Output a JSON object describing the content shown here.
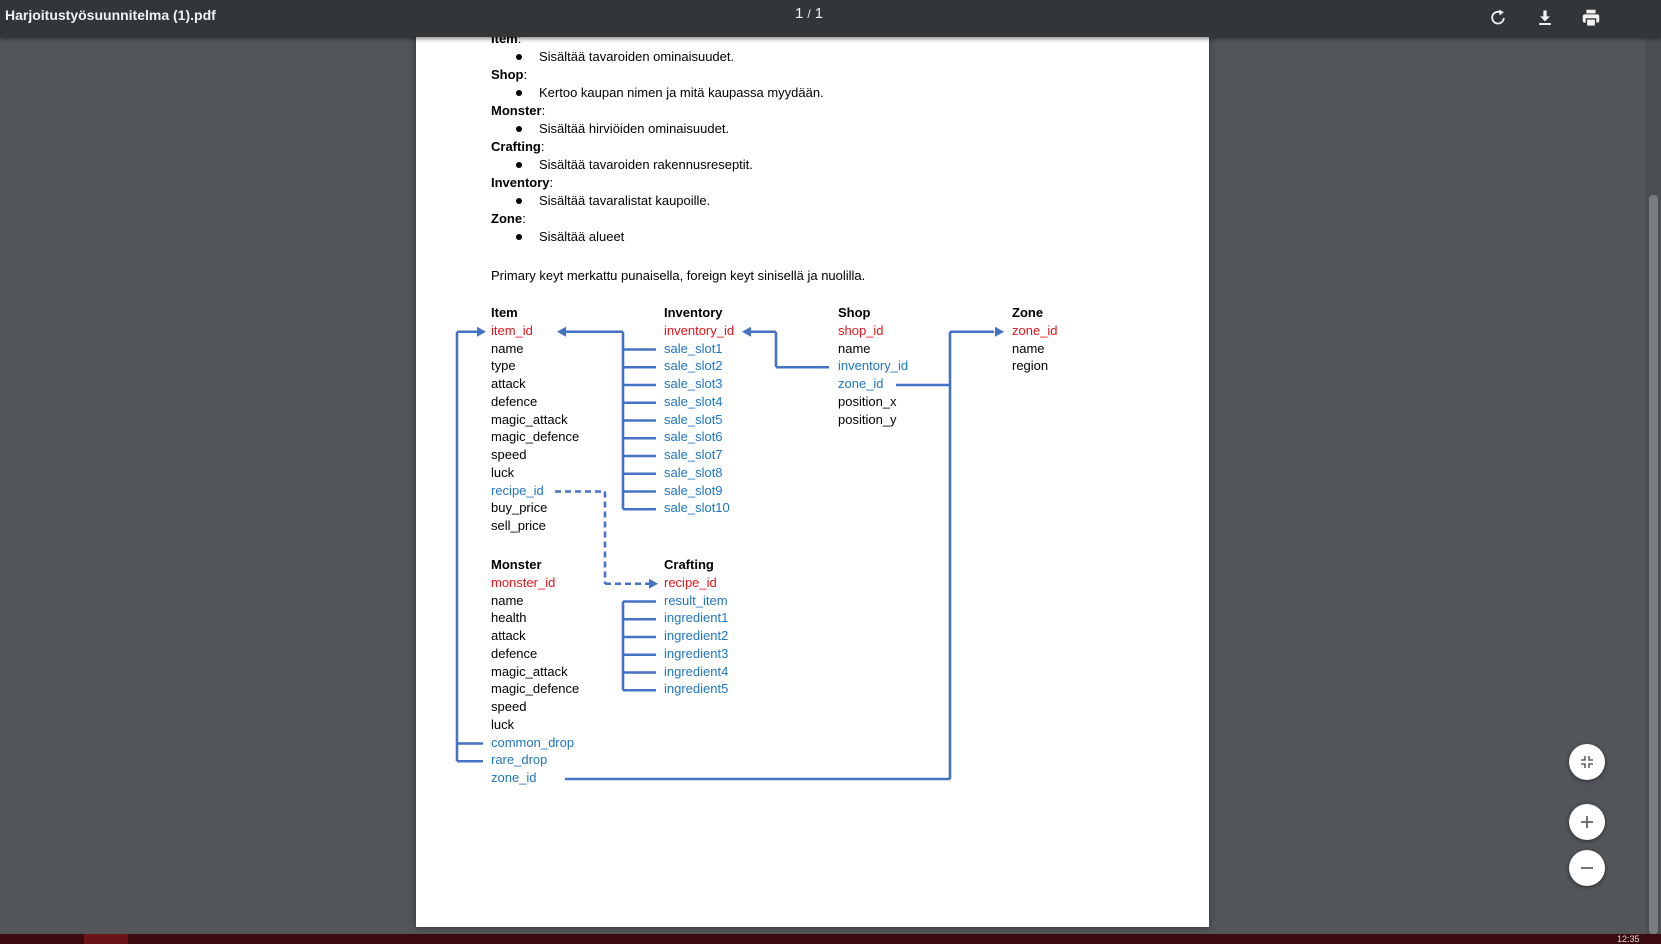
{
  "toolbar": {
    "title": "Harjoitustyösuunnitelma (1).pdf",
    "page_current": "1",
    "page_sep": "/",
    "page_total": "1",
    "rotate_icon": "rotate-icon",
    "download_icon": "download-icon",
    "print_icon": "print-icon"
  },
  "document": {
    "items": [
      {
        "name": "Item",
        "suffix": ":",
        "description": "Sisältää tavaroiden ominaisuudet."
      },
      {
        "name": "Shop",
        "suffix": ":",
        "description": "Kertoo kaupan nimen ja mitä kaupassa myydään."
      },
      {
        "name": "Monster",
        "suffix": ":",
        "description": "Sisältää hirviöiden ominaisuudet."
      },
      {
        "name": "Crafting",
        "suffix": ":",
        "description": "Sisältää tavaroiden rakennusreseptit."
      },
      {
        "name": "Inventory",
        "suffix": ":",
        "description": "Sisältää tavaralistat kaupoille."
      },
      {
        "name": "Zone",
        "suffix": ":",
        "description": "Sisältää alueet"
      }
    ],
    "note": "Primary keyt merkattu punaisella, foreign keyt sinisellä ja nuolilla."
  },
  "diagram": {
    "colors": {
      "primary_key": "#e8141a",
      "foreign_key": "#1f76c3",
      "arrow": "#4472c4"
    },
    "tables": {
      "item": {
        "title": "Item",
        "fields": [
          {
            "name": "item_id",
            "kind": "pk"
          },
          {
            "name": "name",
            "kind": "plain"
          },
          {
            "name": "type",
            "kind": "plain"
          },
          {
            "name": "attack",
            "kind": "plain"
          },
          {
            "name": "defence",
            "kind": "plain"
          },
          {
            "name": "magic_attack",
            "kind": "plain"
          },
          {
            "name": "magic_defence",
            "kind": "plain"
          },
          {
            "name": "speed",
            "kind": "plain"
          },
          {
            "name": "luck",
            "kind": "plain"
          },
          {
            "name": "recipe_id",
            "kind": "fk"
          },
          {
            "name": "buy_price",
            "kind": "plain"
          },
          {
            "name": "sell_price",
            "kind": "plain"
          }
        ]
      },
      "inventory": {
        "title": "Inventory",
        "fields": [
          {
            "name": "inventory_id",
            "kind": "pk"
          },
          {
            "name": "sale_slot1",
            "kind": "fk"
          },
          {
            "name": "sale_slot2",
            "kind": "fk"
          },
          {
            "name": "sale_slot3",
            "kind": "fk"
          },
          {
            "name": "sale_slot4",
            "kind": "fk"
          },
          {
            "name": "sale_slot5",
            "kind": "fk"
          },
          {
            "name": "sale_slot6",
            "kind": "fk"
          },
          {
            "name": "sale_slot7",
            "kind": "fk"
          },
          {
            "name": "sale_slot8",
            "kind": "fk"
          },
          {
            "name": "sale_slot9",
            "kind": "fk"
          },
          {
            "name": "sale_slot10",
            "kind": "fk"
          }
        ]
      },
      "shop": {
        "title": "Shop",
        "fields": [
          {
            "name": "shop_id",
            "kind": "pk"
          },
          {
            "name": "name",
            "kind": "plain"
          },
          {
            "name": "inventory_id",
            "kind": "fk"
          },
          {
            "name": "zone_id",
            "kind": "fk"
          },
          {
            "name": "position_x",
            "kind": "plain"
          },
          {
            "name": "position_y",
            "kind": "plain"
          }
        ]
      },
      "zone": {
        "title": "Zone",
        "fields": [
          {
            "name": "zone_id",
            "kind": "pk"
          },
          {
            "name": "name",
            "kind": "plain"
          },
          {
            "name": "region",
            "kind": "plain"
          }
        ]
      },
      "monster": {
        "title": "Monster",
        "fields": [
          {
            "name": "monster_id",
            "kind": "pk"
          },
          {
            "name": "name",
            "kind": "plain"
          },
          {
            "name": "health",
            "kind": "plain"
          },
          {
            "name": "attack",
            "kind": "plain"
          },
          {
            "name": "defence",
            "kind": "plain"
          },
          {
            "name": "magic_attack",
            "kind": "plain"
          },
          {
            "name": "magic_defence",
            "kind": "plain"
          },
          {
            "name": "speed",
            "kind": "plain"
          },
          {
            "name": "luck",
            "kind": "plain"
          },
          {
            "name": "common_drop",
            "kind": "fk"
          },
          {
            "name": "rare_drop",
            "kind": "fk"
          },
          {
            "name": "zone_id",
            "kind": "fk"
          }
        ]
      },
      "crafting": {
        "title": "Crafting",
        "fields": [
          {
            "name": "recipe_id",
            "kind": "pk"
          },
          {
            "name": "result_item",
            "kind": "fk"
          },
          {
            "name": "ingredient1",
            "kind": "fk"
          },
          {
            "name": "ingredient2",
            "kind": "fk"
          },
          {
            "name": "ingredient3",
            "kind": "fk"
          },
          {
            "name": "ingredient4",
            "kind": "fk"
          },
          {
            "name": "ingredient5",
            "kind": "fk"
          }
        ]
      }
    }
  },
  "controls": {
    "fit_icon": "fit-to-page-icon",
    "zoom_in_icon": "zoom-in-icon",
    "zoom_out_icon": "zoom-out-icon"
  },
  "taskbar": {
    "clock": "12:35"
  }
}
